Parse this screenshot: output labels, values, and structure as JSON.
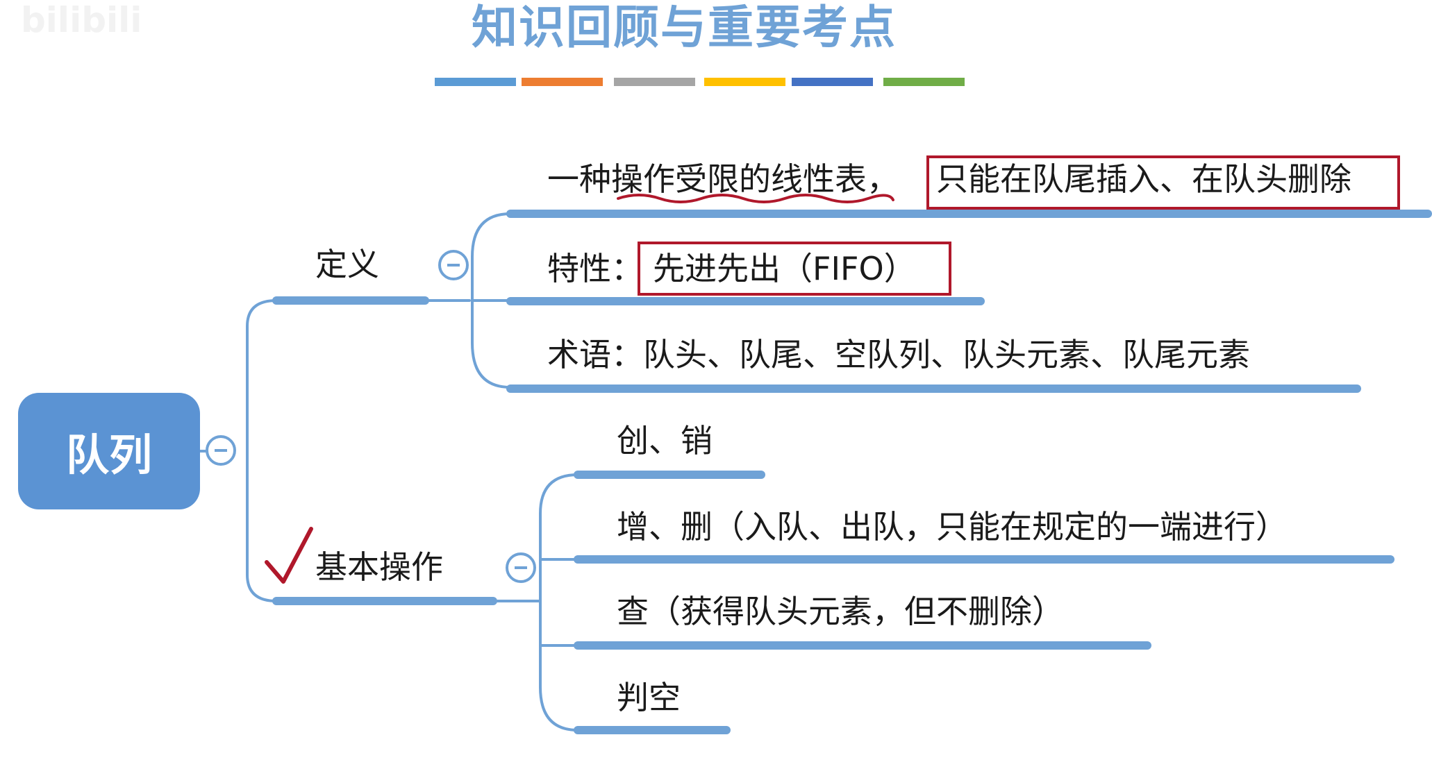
{
  "header": {
    "title": "知识回顾与重要考点",
    "watermark": "bilibili",
    "bar_colors": [
      "#5b9bd5",
      "#ed7d31",
      "#a5a5a5",
      "#ffc000",
      "#4472c4",
      "#70ad47"
    ]
  },
  "colors": {
    "branch": "#6fa2d6",
    "root_bg": "#5b93d3",
    "highlight": "#b0182b"
  },
  "mindmap": {
    "root": "队列",
    "definition": {
      "label": "定义",
      "items": {
        "concept_prefix": "一种",
        "concept_underlined": "操作受限的线性表",
        "concept_comma": "，",
        "concept_boxed": "只能在队尾插入、在队头删除",
        "feature_label": "特性：",
        "feature_boxed": "先进先出（FIFO）",
        "terms": "术语：队头、队尾、空队列、队头元素、队尾元素"
      }
    },
    "operations": {
      "label": "基本操作",
      "check_mark": "✓",
      "items": [
        "创、销",
        "增、删（入队、出队，只能在规定的一端进行）",
        "查（获得队头元素，但不删除）",
        "判空"
      ]
    }
  }
}
